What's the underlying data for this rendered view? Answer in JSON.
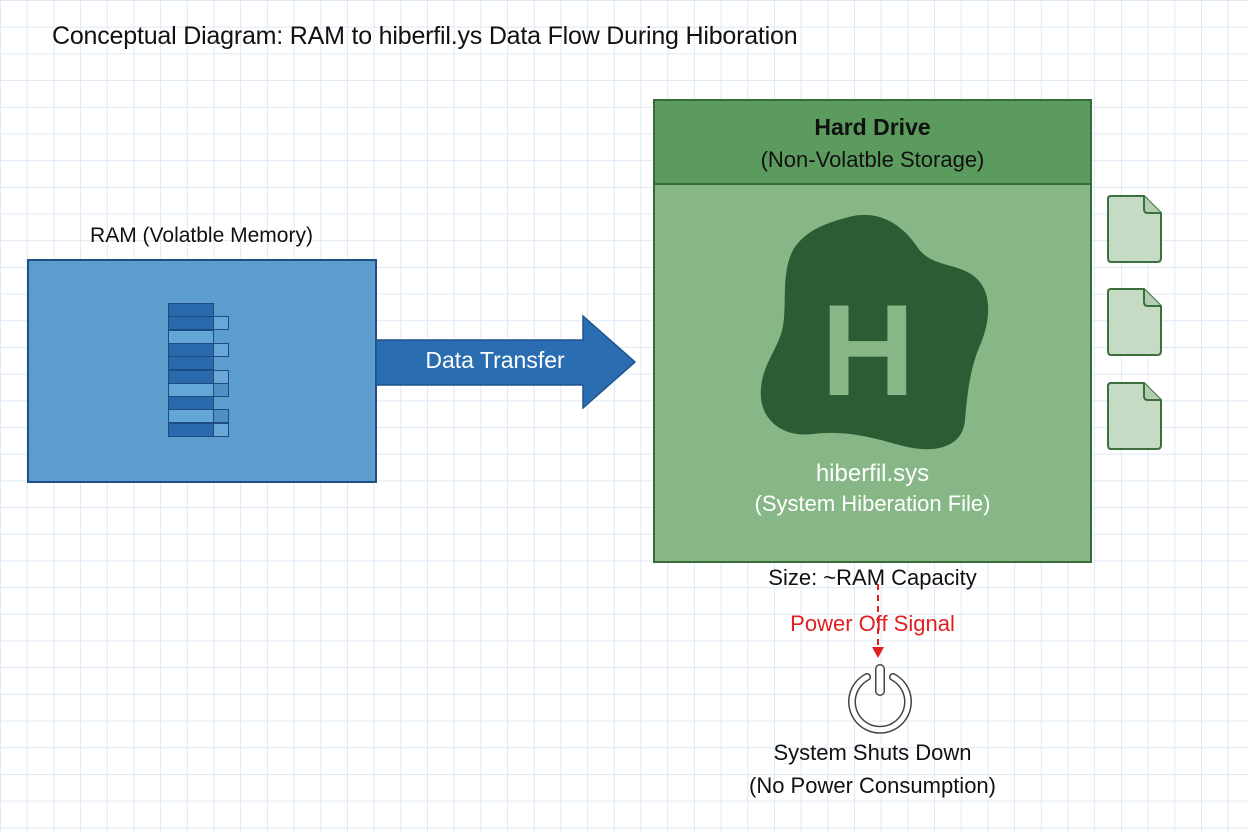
{
  "title": "Conceptual Diagram: RAM to hiberfil.ys Data Flow During Hiboration",
  "ram": {
    "label": "RAM (Volatble Memory)",
    "icon": "memory-chip-icon",
    "color": "#5c9dcd",
    "rows": [
      {
        "shade": "dark",
        "tab": false
      },
      {
        "shade": "dark",
        "tab": true
      },
      {
        "shade": "light",
        "tab": false
      },
      {
        "shade": "dark",
        "tab": true
      },
      {
        "shade": "dark",
        "tab": false
      },
      {
        "shade": "dark",
        "tab": true
      },
      {
        "shade": "light",
        "tab": true
      },
      {
        "shade": "dark",
        "tab": false
      },
      {
        "shade": "light",
        "tab": true
      },
      {
        "shade": "dark",
        "tab": true
      }
    ]
  },
  "transfer": {
    "label": "Data Transfer",
    "icon": "arrow-right-icon",
    "color": "#2b6db1"
  },
  "hard_drive": {
    "title": "Hard Drive",
    "subtitle": "(Non-Volatble Storage)",
    "header_color": "#5b9c5e",
    "body_color": "#87b787",
    "file_icon_glyph": "H",
    "file_name": "hiberfil.sys",
    "file_description": "(System Hiberation File)",
    "size_label": "Size: ~RAM Capacity",
    "side_files": [
      "file-icon",
      "file-icon",
      "file-icon"
    ]
  },
  "power": {
    "signal_label": "Power Off Signal",
    "signal_color": "#e02020",
    "icon": "power-icon",
    "status_label": "System Shuts Down",
    "status_sublabel": "(No Power Consumption)"
  }
}
